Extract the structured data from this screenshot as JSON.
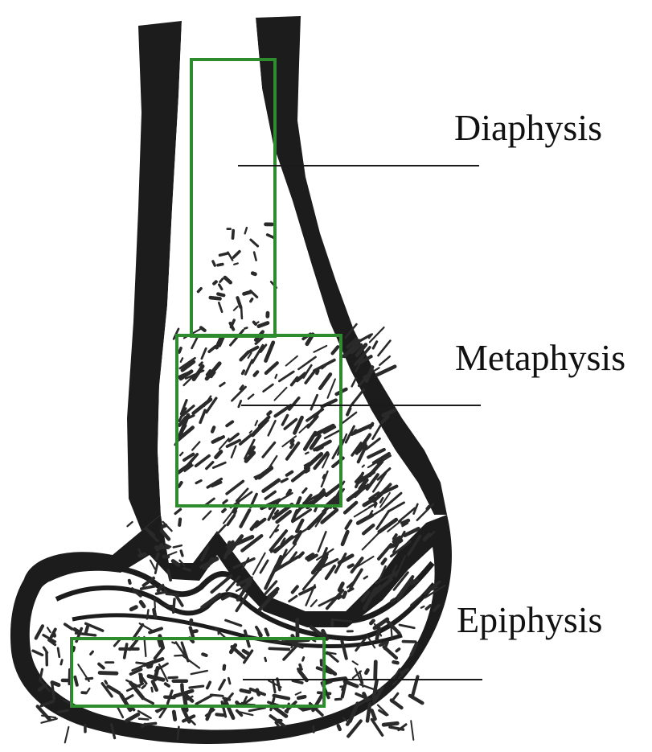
{
  "figure": {
    "colors": {
      "cortex": "#1c1c1c",
      "trabecular": "#2a2a2a",
      "marrow": "#ffffff",
      "region_box": "#2e8b2e",
      "leader_line": "#1a1a1a"
    },
    "regions": [
      {
        "id": "diaphysis",
        "label": "Diaphysis"
      },
      {
        "id": "metaphysis",
        "label": "Metaphysis"
      },
      {
        "id": "epiphysis",
        "label": "Epiphysis"
      }
    ]
  }
}
